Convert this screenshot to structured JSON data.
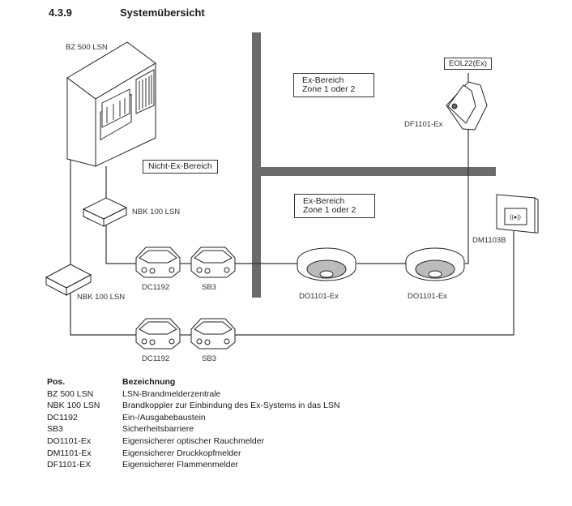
{
  "heading": {
    "number": "4.3.9",
    "title": "Systemübersicht"
  },
  "diagram": {
    "zones": {
      "non_ex": "Nicht-Ex-Bereich",
      "ex_upper": {
        "line1": "Ex-Bereich",
        "line2": "Zone 1 oder 2"
      },
      "ex_lower": {
        "line1": "Ex-Bereich",
        "line2": "Zone 1 oder 2"
      }
    },
    "devices": {
      "panel": "BZ 500 LSN",
      "nbk_upper": "NBK 100 LSN",
      "nbk_lower": "NBK 100 LSN",
      "dc_upper": "DC1192",
      "sb_upper": "SB3",
      "dc_lower": "DC1192",
      "sb_lower": "SB3",
      "do_1": "DO1101-Ex",
      "do_2": "DO1101-Ex",
      "df": "DF1101-Ex",
      "eol": "EOL22(Ex)",
      "dm": "DM1103B"
    },
    "colors": {
      "wall": "#6b6b6b",
      "line": "#333333"
    }
  },
  "legend": {
    "header": {
      "pos": "Pos.",
      "desc": "Bezeichnung"
    },
    "rows": [
      {
        "pos": "BZ 500 LSN",
        "desc": "LSN-Brandmelderzentrale"
      },
      {
        "pos": "NBK 100 LSN",
        "desc": "Brandkoppler zur Einbindung des Ex-Systems in das LSN"
      },
      {
        "pos": "DC1192",
        "desc": "Ein-/Ausgabebaustein"
      },
      {
        "pos": "SB3",
        "desc": "Sicherheitsbarriere"
      },
      {
        "pos": "DO1101-Ex",
        "desc": "Eigensicherer optischer Rauchmelder"
      },
      {
        "pos": "DM1101-Ex",
        "desc": "Eigensicherer Druckkopfmelder"
      },
      {
        "pos": "DF1101-EX",
        "desc": "Eigensicherer Flammenmelder"
      }
    ]
  }
}
